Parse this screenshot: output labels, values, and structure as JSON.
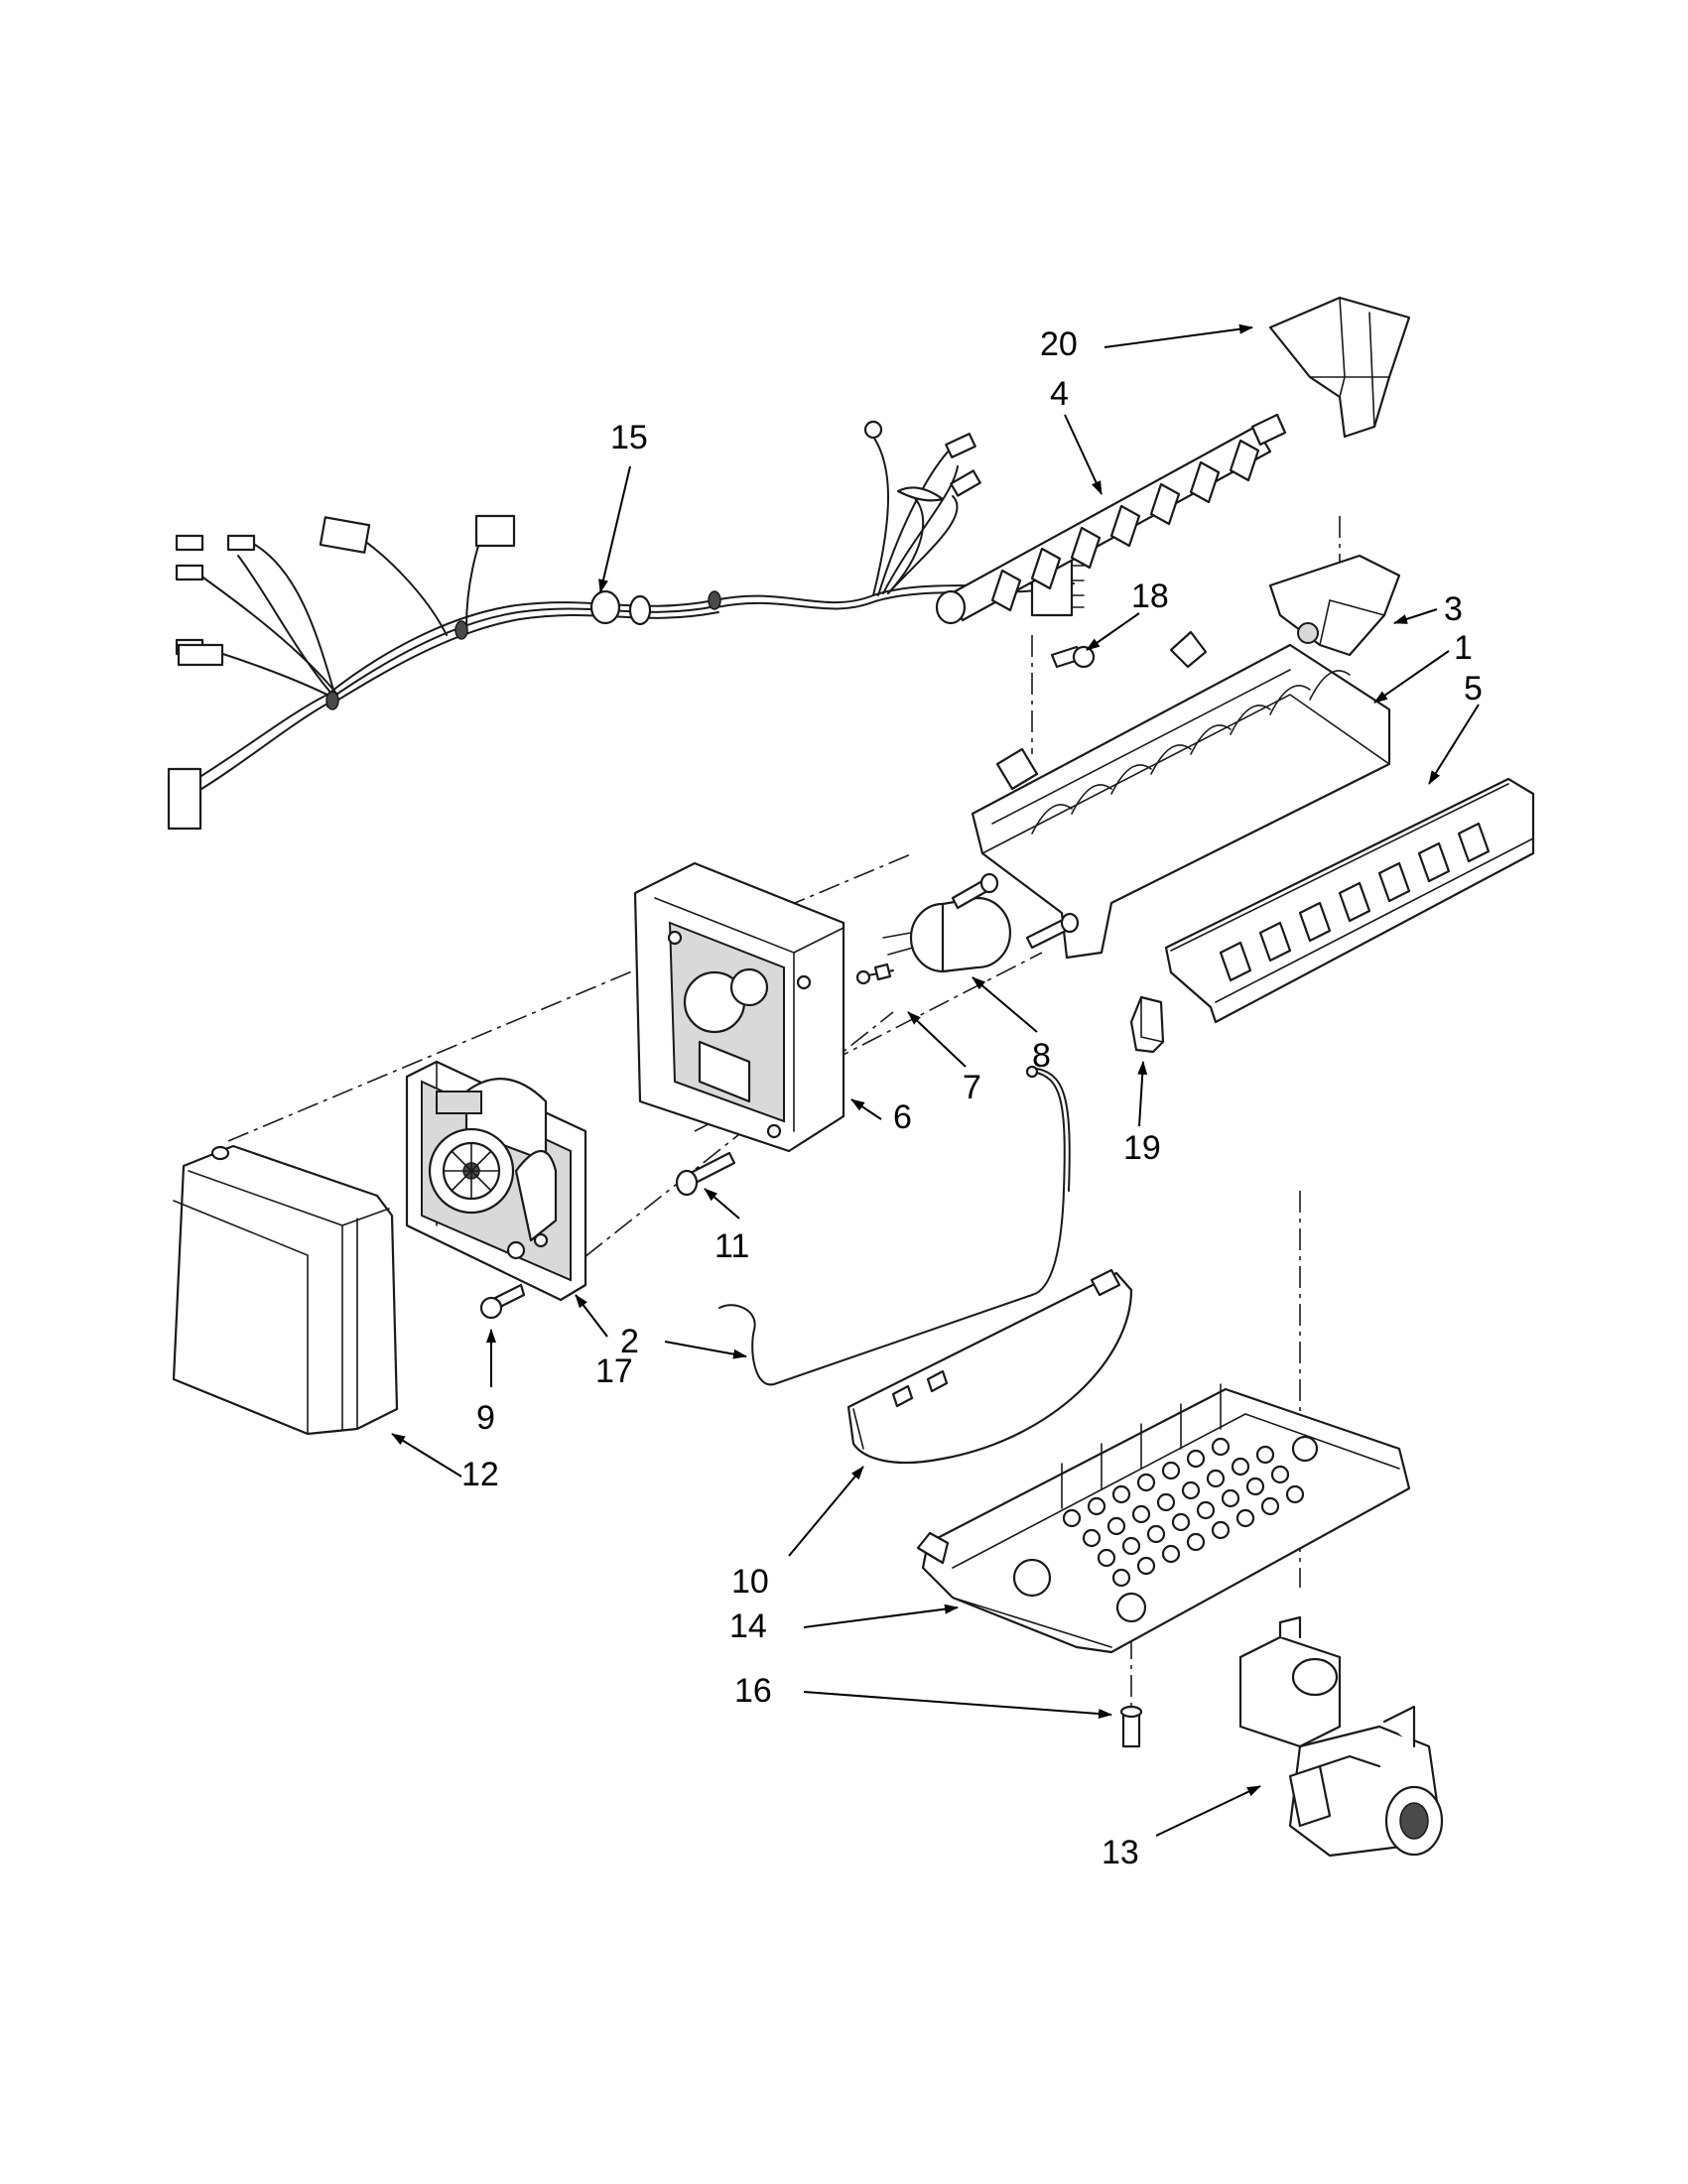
{
  "callouts": [
    {
      "id": "c20",
      "text": "20"
    },
    {
      "id": "c4",
      "text": "4"
    },
    {
      "id": "c15",
      "text": "15"
    },
    {
      "id": "c18",
      "text": "18"
    },
    {
      "id": "c3",
      "text": "3"
    },
    {
      "id": "c1",
      "text": "1"
    },
    {
      "id": "c5",
      "text": "5"
    },
    {
      "id": "c8",
      "text": "8"
    },
    {
      "id": "c7",
      "text": "7"
    },
    {
      "id": "c6",
      "text": "6"
    },
    {
      "id": "c19",
      "text": "19"
    },
    {
      "id": "c11",
      "text": "11"
    },
    {
      "id": "c2",
      "text": "2"
    },
    {
      "id": "c17",
      "text": "17"
    },
    {
      "id": "c9",
      "text": "9"
    },
    {
      "id": "c12",
      "text": "12"
    },
    {
      "id": "c10",
      "text": "10"
    },
    {
      "id": "c14",
      "text": "14"
    },
    {
      "id": "c16",
      "text": "16"
    },
    {
      "id": "c13",
      "text": "13"
    }
  ]
}
